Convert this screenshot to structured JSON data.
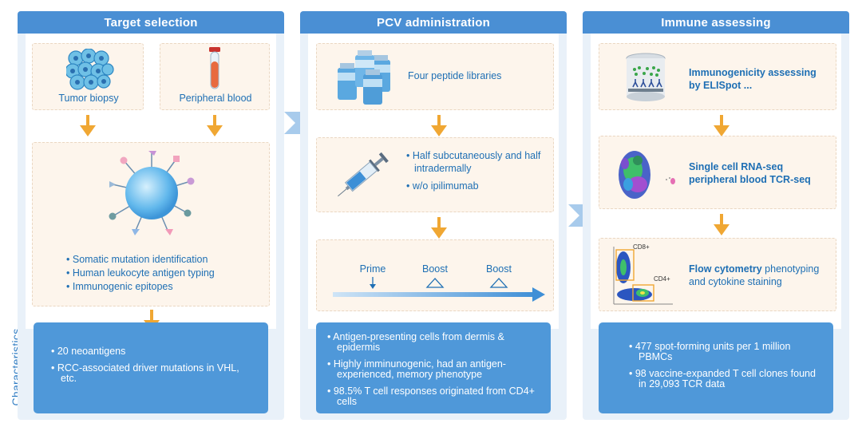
{
  "panels": [
    {
      "title": "Target selection",
      "sources": [
        "Tumor biopsy",
        "Peripheral blood"
      ],
      "bullets": [
        "Somatic mutation identification",
        "Human leukocyte antigen typing",
        "Immunogenic epitopes"
      ],
      "characteristics": [
        "20 neoantigens",
        "RCC-associated driver mutations in VHL, etc."
      ]
    },
    {
      "title": "PCV administration",
      "libraries_label": "Four peptide libraries",
      "injection_bullets": [
        "Half subcutaneously and half intradermally",
        "w/o ipilimumab"
      ],
      "timeline": [
        "Prime",
        "Boost",
        "Boost"
      ],
      "characteristics": [
        "Antigen-presenting cells from dermis & epidermis",
        "Highly imminunogenic, had an antigen-experienced, memory phenotype",
        "98.5% T cell responses originated from CD4+ cells"
      ]
    },
    {
      "title": "Immune assessing",
      "elispot": {
        "line1": "Immunogenicity assessing",
        "line2": "by ELISpot ..."
      },
      "seq": {
        "line1": "Single cell RNA-seq",
        "line2": "peripheral blood TCR-seq"
      },
      "flow": {
        "bold": "Flow cytometry",
        "rest1": " phenotyping",
        "line2": "and cytokine staining",
        "cd8": "CD8+",
        "cd4": "CD4+"
      },
      "characteristics": [
        "477 spot-forming units per 1 million PBMCs",
        "98 vaccine-expanded T cell clones found in 29,093 TCR data"
      ]
    }
  ],
  "side_label": "Characteristics",
  "colors": {
    "header": "#4a8fd4",
    "panel_bg": "#e9f1f9",
    "card": "#fdf5ec",
    "arrow": "#f0a733",
    "text": "#1e6fb4",
    "char_box": "#4f98d9"
  }
}
